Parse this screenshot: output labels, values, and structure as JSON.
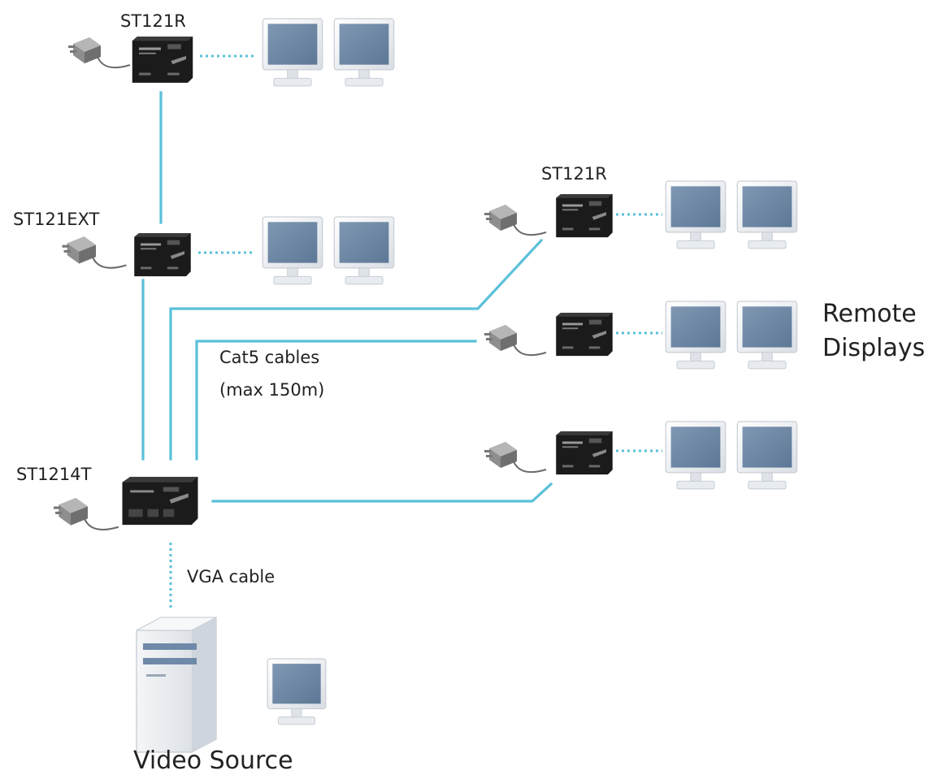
{
  "labels": {
    "receiver_top": "ST121R",
    "receiver_right": "ST121R",
    "extender": "ST121EXT",
    "transmitter": "ST1214T",
    "cat5_line1": "Cat5 cables",
    "cat5_line2": "(max 150m)",
    "vga_cable": "VGA cable",
    "remote_line1": "Remote",
    "remote_line2": "Displays",
    "video_source": "Video Source"
  },
  "colors": {
    "cat5": "#5bc0d9",
    "dotted": "#5bc0d9",
    "device": "#1b1b1b",
    "screen": "#6f89a8",
    "monitor_body": "#eef1f4",
    "adapter": "#8c8c8c",
    "text": "#222222"
  },
  "icons": [
    "power-adapter-icon",
    "extender-box-icon",
    "monitor-icon",
    "desktop-tower-icon"
  ]
}
